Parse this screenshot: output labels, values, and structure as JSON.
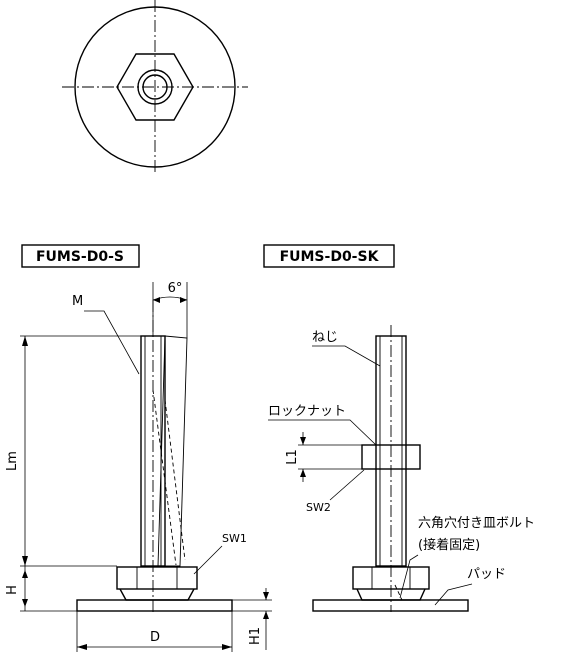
{
  "labels": {
    "model_s": "FUMS-D0-S",
    "model_sk": "FUMS-D0-SK",
    "angle": "6°",
    "m": "M",
    "lm": "Lm",
    "h": "H",
    "h1": "H1",
    "d": "D",
    "sw1": "SW1",
    "neji": "ねじ",
    "locknut": "ロックナット",
    "l1": "L1",
    "sw2": "SW2",
    "bolt_line1": "六角穴付き皿ボルト",
    "bolt_line2": "(接着固定)",
    "pad": "パッド"
  }
}
